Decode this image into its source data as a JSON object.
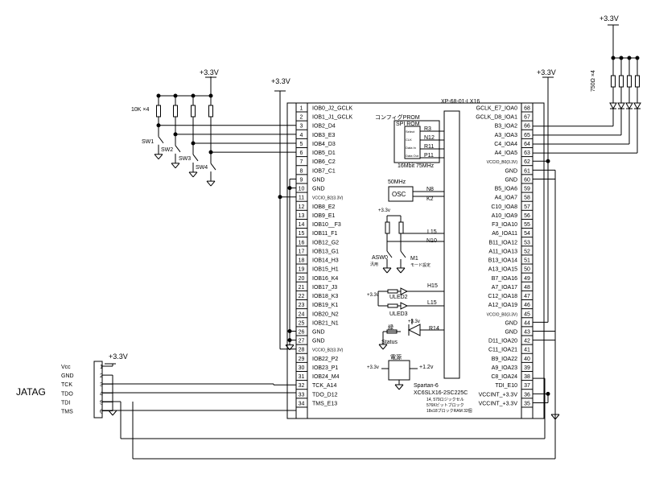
{
  "module": {
    "title": "XP-68-01-LX16",
    "chip": "Spartan-6",
    "part": "XC6SLX16-2SC225C",
    "notes": [
      "14, 579ロジックセル",
      "576Kビットブロック",
      "18x18ブロックRAM 32個"
    ],
    "pins_left": [
      {
        "n": "1",
        "label": "IOB0_J2_GCLK"
      },
      {
        "n": "2",
        "label": "IOB1_J1_GCLK"
      },
      {
        "n": "3",
        "label": "IOB2_D4"
      },
      {
        "n": "4",
        "label": "IOB3_E3"
      },
      {
        "n": "5",
        "label": "IOB4_D3"
      },
      {
        "n": "6",
        "label": "IOB5_D1"
      },
      {
        "n": "7",
        "label": "IOB6_C2"
      },
      {
        "n": "8",
        "label": "IOB7_C1"
      },
      {
        "n": "9",
        "label": "GND"
      },
      {
        "n": "10",
        "label": "GND"
      },
      {
        "n": "11",
        "label": "VCCIO_B2(3.3V)"
      },
      {
        "n": "12",
        "label": "IOB8_E2"
      },
      {
        "n": "13",
        "label": "IOB9_E1"
      },
      {
        "n": "14",
        "label": "IOB10__F3"
      },
      {
        "n": "15",
        "label": "IOB11_F1"
      },
      {
        "n": "16",
        "label": "IOB12_G2"
      },
      {
        "n": "17",
        "label": "IOB13_G1"
      },
      {
        "n": "18",
        "label": "IOB14_H3"
      },
      {
        "n": "19",
        "label": "IOB15_H1"
      },
      {
        "n": "20",
        "label": "IOB16_K4"
      },
      {
        "n": "21",
        "label": "IOB17_J3"
      },
      {
        "n": "22",
        "label": "IOB18_K3"
      },
      {
        "n": "23",
        "label": "IOB19_K1"
      },
      {
        "n": "24",
        "label": "IOB20_N2"
      },
      {
        "n": "25",
        "label": "IOB21_N1"
      },
      {
        "n": "26",
        "label": "GND"
      },
      {
        "n": "27",
        "label": "GND"
      },
      {
        "n": "28",
        "label": "VCCIO_B2(3.3V)"
      },
      {
        "n": "29",
        "label": "IOB22_P2"
      },
      {
        "n": "30",
        "label": "IOB23_P1"
      },
      {
        "n": "31",
        "label": "IOB24_M4"
      },
      {
        "n": "32",
        "label": "TCK_A14"
      },
      {
        "n": "33",
        "label": "TDO_D12"
      },
      {
        "n": "34",
        "label": "TMS_E13"
      }
    ],
    "pins_right": [
      {
        "n": "68",
        "label": "GCLK_E7_IOA0"
      },
      {
        "n": "67",
        "label": "GCLK_D8_IOA1"
      },
      {
        "n": "66",
        "label": "B3_IOA2"
      },
      {
        "n": "65",
        "label": "A3_IOA3"
      },
      {
        "n": "64",
        "label": "C4_IOA4"
      },
      {
        "n": "63",
        "label": "A4_IOA5"
      },
      {
        "n": "62",
        "label": "VCCIO_B0(3.3V)"
      },
      {
        "n": "61",
        "label": "GND"
      },
      {
        "n": "60",
        "label": "GND"
      },
      {
        "n": "59",
        "label": "B5_IOA6"
      },
      {
        "n": "58",
        "label": "A4_IOA7"
      },
      {
        "n": "57",
        "label": "C10_IOA8"
      },
      {
        "n": "56",
        "label": "A10_IOA9"
      },
      {
        "n": "55",
        "label": "F3_IOA10"
      },
      {
        "n": "54",
        "label": "A6_IOA11"
      },
      {
        "n": "53",
        "label": "B11_IOA12"
      },
      {
        "n": "52",
        "label": "A11_IOA13"
      },
      {
        "n": "51",
        "label": "B13_IOA14"
      },
      {
        "n": "50",
        "label": "A13_IOA15"
      },
      {
        "n": "49",
        "label": "B7_IOA16"
      },
      {
        "n": "48",
        "label": "A7_IOA17"
      },
      {
        "n": "47",
        "label": "C12_IOA18"
      },
      {
        "n": "46",
        "label": "A12_IOA19"
      },
      {
        "n": "45",
        "label": "VCCIO_B0(3.3V)"
      },
      {
        "n": "44",
        "label": "GND"
      },
      {
        "n": "43",
        "label": "GND"
      },
      {
        "n": "42",
        "label": "D11_IOA20"
      },
      {
        "n": "41",
        "label": "C11_IOA21"
      },
      {
        "n": "40",
        "label": "B9_IOA22"
      },
      {
        "n": "39",
        "label": "A9_IOA23"
      },
      {
        "n": "38",
        "label": "C8_IOA24"
      },
      {
        "n": "37",
        "label": "TDI_E10"
      },
      {
        "n": "36",
        "label": "VCCINT_+3.3V"
      },
      {
        "n": "35",
        "label": "VCCINT_+3.3V"
      }
    ]
  },
  "internal": {
    "config_title": "コンフィグPROM",
    "spi_title": "SPI ROM",
    "spi_pins": [
      "Select",
      "CLK",
      "Data In",
      "Data Out"
    ],
    "spi_nets": [
      "R3",
      "N12",
      "R11",
      "P11"
    ],
    "spi_note": "16Mbit 75MHz",
    "osc_freq": "50MHz",
    "osc_label": "OSC",
    "osc_nets": [
      "N8",
      "K2"
    ],
    "pull_v": "+3.3v",
    "sw_nets": [
      "L15",
      "N10"
    ],
    "asw": "ASW0",
    "asw_sub": "汎用",
    "m1": "M1",
    "m1_sub": "モード設定",
    "led_v": "+3.3v",
    "led_nets": [
      "H15",
      "L15"
    ],
    "led_names": [
      "ULED2",
      "ULED3"
    ],
    "status_color": "緑",
    "status_label": "Status",
    "status_v": "+3.3v",
    "status_net": "R14",
    "reg_label": "電源",
    "reg_in": "+3.3v",
    "reg_out": "+1.2v"
  },
  "external": {
    "supply": "+3.3V",
    "resistors_left": "10K ×4",
    "switches": [
      "SW1",
      "SW2",
      "SW3",
      "SW4"
    ],
    "resistors_right": "750Ω ×4",
    "jtag_title": "JATAG",
    "jtag_pins": [
      {
        "name": "Vcc",
        "n": "1"
      },
      {
        "name": "GND",
        "n": "2"
      },
      {
        "name": "TCK",
        "n": "3"
      },
      {
        "name": "TDO",
        "n": "4"
      },
      {
        "name": "TDI",
        "n": "5"
      },
      {
        "name": "TMS",
        "n": "6"
      }
    ]
  }
}
